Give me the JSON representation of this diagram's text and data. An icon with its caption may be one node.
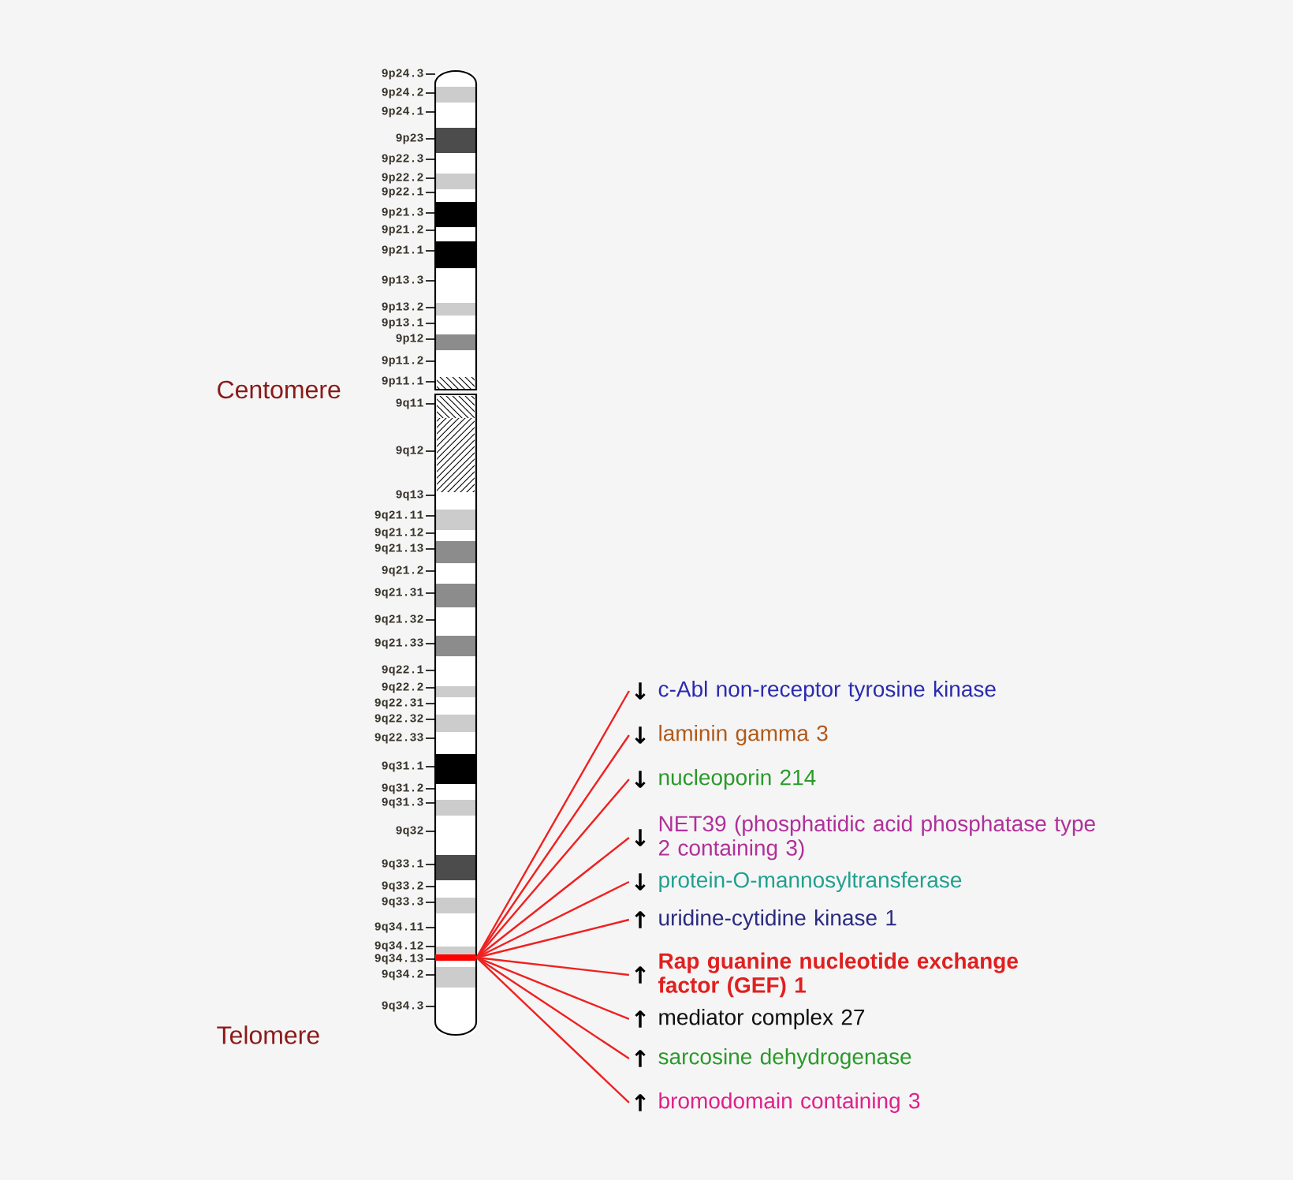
{
  "diagram": {
    "nodes": [
      {
        "text": [],
        "shape": "bar"
      },
      {
        "text": [
          "c-Abl non-receptor tyrosine kinase"
        ],
        "beside": [
          "↓"
        ]
      },
      {
        "text": [
          "laminin gamma 3"
        ],
        "beside": [
          "↓"
        ]
      },
      {
        "text": [
          "nucleoporin 214"
        ],
        "beside": [
          "↓"
        ]
      },
      {
        "text": [
          "NET39 (phosphatidic acid phosphatase type 2 containing 3)"
        ],
        "beside": [
          "↓"
        ]
      },
      {
        "text": [
          "protein-O-mannosyltransferase"
        ],
        "beside": [
          "↓"
        ]
      },
      {
        "text": [
          "uridine-cytidine kinase 1"
        ],
        "beside": [
          "↑"
        ]
      },
      {
        "text": [
          "Rap guanine nucleotide exchange factor (GEF) 1"
        ],
        "beside": [
          "↑"
        ]
      },
      {
        "text": [
          "mediator complex 27"
        ],
        "beside": [
          "↑"
        ]
      },
      {
        "text": [
          "sarcosine dehydrogenase"
        ],
        "beside": [
          "↑"
        ]
      },
      {
        "text": [
          "bromodomain containing 3"
        ],
        "beside": [
          "↑"
        ]
      }
    ],
    "edges": [
      {
        "from": 0,
        "to": 1,
        "arrow": "none"
      },
      {
        "from": 0,
        "to": 2,
        "arrow": "none"
      },
      {
        "from": 0,
        "to": 3,
        "arrow": "none"
      },
      {
        "from": 0,
        "to": 4,
        "arrow": "none"
      },
      {
        "from": 0,
        "to": 5,
        "arrow": "none"
      },
      {
        "from": 0,
        "to": 6,
        "arrow": "none"
      },
      {
        "from": 0,
        "to": 7,
        "arrow": "none"
      },
      {
        "from": 0,
        "to": 8,
        "arrow": "none"
      },
      {
        "from": 0,
        "to": 9,
        "arrow": "none"
      },
      {
        "from": 0,
        "to": 10,
        "arrow": "none"
      }
    ],
    "labels": [
      "9p24.3",
      "9p24.2",
      "9p24.1",
      "9p23",
      "9p22.3",
      "9p22.2",
      "9p22.1",
      "9p21.3",
      "9p21.2",
      "9p21.1",
      "9p13.3",
      "9p13.2",
      "9p13.1",
      "9p12",
      "9p11.2",
      "9p11.1",
      "Centomere",
      "9q11",
      "9q12",
      "9q13",
      "9q21.11",
      "9q21.12",
      "9q21.13",
      "9q21.2",
      "9q21.31",
      "9q21.32",
      "9q21.33",
      "9q22.1",
      "9q22.2",
      "9q22.31",
      "9q22.32",
      "9q22.33",
      "9q31.1",
      "9q31.2",
      "9q31.3",
      "9q32",
      "9q33.1",
      "9q33.2",
      "9q33.3",
      "9q34.11",
      "9q34.12",
      "9q34.13",
      "9q34.2",
      "9q34.3",
      "Telomere"
    ]
  }
}
